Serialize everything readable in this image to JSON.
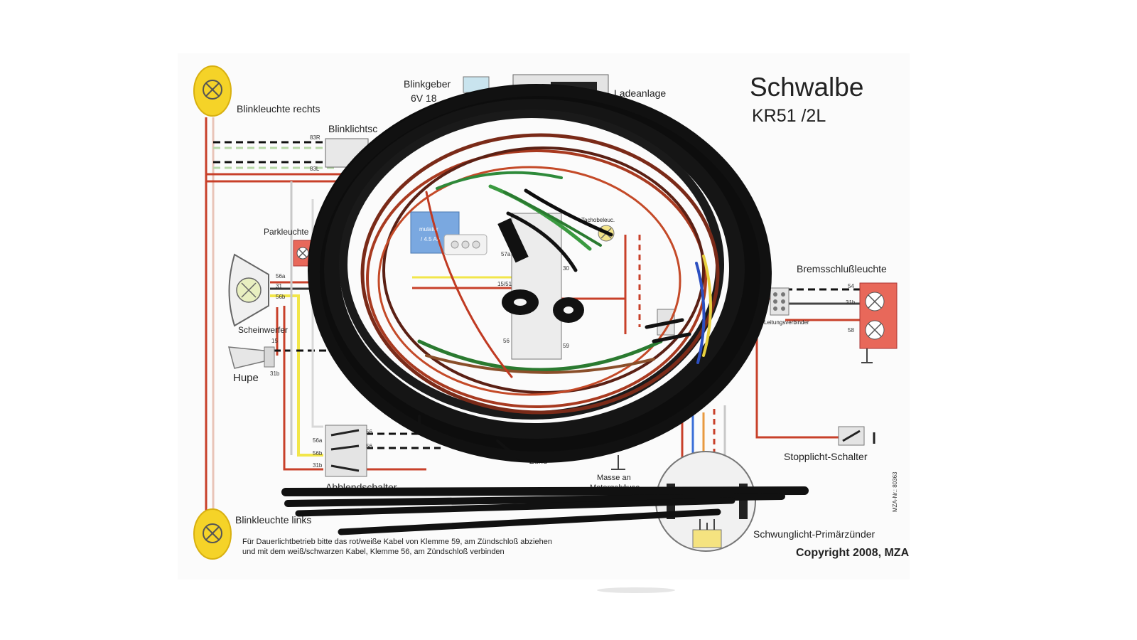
{
  "title": "Schwalbe",
  "subtitle": "KR51 /2L",
  "labels": {
    "blinker_right": "Blinkleuchte rechts",
    "blinker_left": "Blinkleuchte links",
    "flasher": "Blinkgeber",
    "flasher_volt": "6V 18",
    "charging": "Ladeanlage",
    "blink_switch": "Blinklichtsc",
    "park_light": "Parkleuchte",
    "headlight": "Scheinwerfer",
    "horn": "Hupe",
    "battery": "mulator",
    "battery_spec": "/ 4.5 Ah",
    "speedo_light": "Tachobeleuc.",
    "brake_tail": "Bremsschlußleuchte",
    "connector": "Leitungsverbinder",
    "stop_switch": "Stopplicht-Schalter",
    "dimmer": "Abblendschalter",
    "ignition": "Zünd",
    "ground1": "Masse an",
    "ground2": "Motorgehäuse",
    "magneto": "Schwunglicht-Primärzünder",
    "copyright": "Copyright 2008, MZA",
    "drawing_no": "MZA-Nr.: 80363",
    "note_line1": "Für Dauerlichtbetrieb bitte das rot/weiße Kabel von Klemme 59, am Zündschloß abziehen",
    "note_line2": "und mit dem weiß/schwarzen Kabel, Klemme 56, am Zündschloß verbinden"
  },
  "terminals": {
    "t83r": "83R",
    "t83l": "83L",
    "t56a": "56a",
    "t31": "31",
    "t56b": "56b",
    "t15": "15",
    "t31b": "31b",
    "t57a": "57a",
    "t1551": "15/51",
    "t30": "30",
    "t56": "56",
    "t59": "59",
    "t54": "54",
    "t31b2": "31b",
    "t58": "58",
    "d56a": "56a",
    "d56b": "56b",
    "d31b": "31b",
    "d56": "56",
    "d56r": "56"
  },
  "colors": {
    "red_wire": "#c8402a",
    "yellow_lamp": "#f5d328",
    "brake_lamp": "#e8685a",
    "harness": "#111111"
  }
}
